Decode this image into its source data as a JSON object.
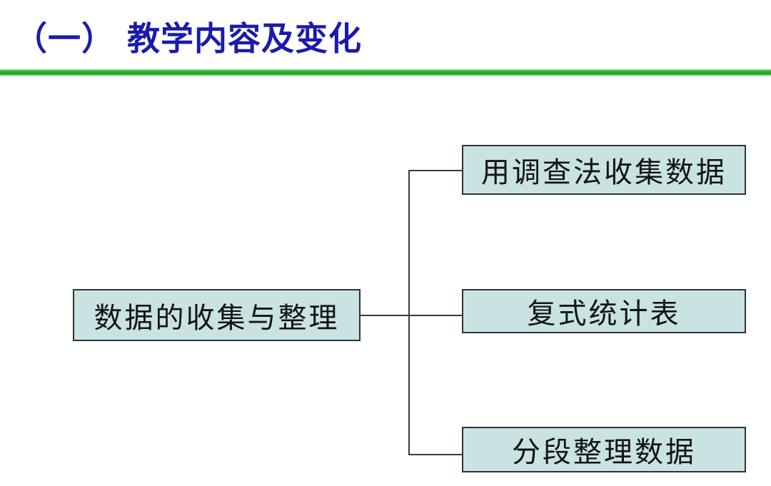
{
  "slide": {
    "title": "（一） 教学内容及变化",
    "colors": {
      "title": "#1b1bab",
      "divider": "#2cb42c",
      "box_fill": "#c9e3e2",
      "box_border": "#2f3437",
      "connector": "#3a3a3a",
      "text": "#141414"
    }
  },
  "diagram": {
    "type": "tree",
    "root": {
      "label": "数据的收集与整理"
    },
    "children": [
      {
        "label": "用调查法收集数据"
      },
      {
        "label": "复式统计表"
      },
      {
        "label": "分段整理数据"
      }
    ]
  }
}
